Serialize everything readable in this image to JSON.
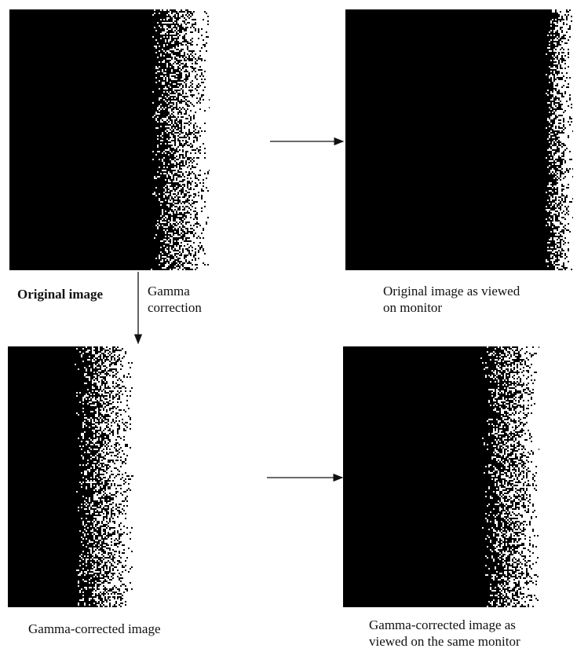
{
  "panels": {
    "original": {
      "caption": "Original image"
    },
    "original_monitor": {
      "caption_line1": "Original image as viewed",
      "caption_line2": "on monitor"
    },
    "corrected": {
      "caption": "Gamma-corrected image"
    },
    "corrected_monitor": {
      "caption_line1": "Gamma-corrected image as",
      "caption_line2": "viewed on the same monitor"
    }
  },
  "arrows": {
    "gamma": {
      "label_line1": "Gamma",
      "label_line2": "correction"
    }
  },
  "colors": {
    "ink": "#000000",
    "paper": "#ffffff"
  }
}
